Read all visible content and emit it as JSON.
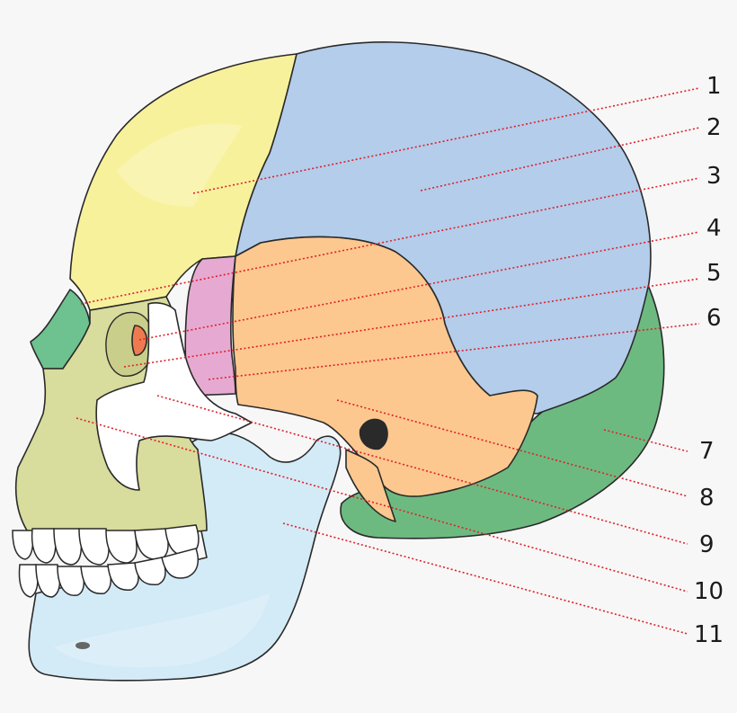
{
  "colors": {
    "frontal": "#f8f19c",
    "parietal": "#b3cdeb",
    "temporal": "#fcc88f",
    "sphenoid": "#e6aad2",
    "nasal": "#6dc28f",
    "lacrimal": "#f07a50",
    "zygomatic": "#ffffff",
    "maxilla": "#d8dc9c",
    "mandible": "#d3ebf7",
    "occipital": "#6dba80",
    "ethmoid": "#f2a070",
    "teeth": "#ffffff",
    "leader": "#e0202a"
  },
  "labels": [
    {
      "num": "1"
    },
    {
      "num": "2"
    },
    {
      "num": "3"
    },
    {
      "num": "4"
    },
    {
      "num": "5"
    },
    {
      "num": "6"
    },
    {
      "num": "7"
    },
    {
      "num": "8"
    },
    {
      "num": "9"
    },
    {
      "num": "10"
    },
    {
      "num": "11"
    }
  ]
}
